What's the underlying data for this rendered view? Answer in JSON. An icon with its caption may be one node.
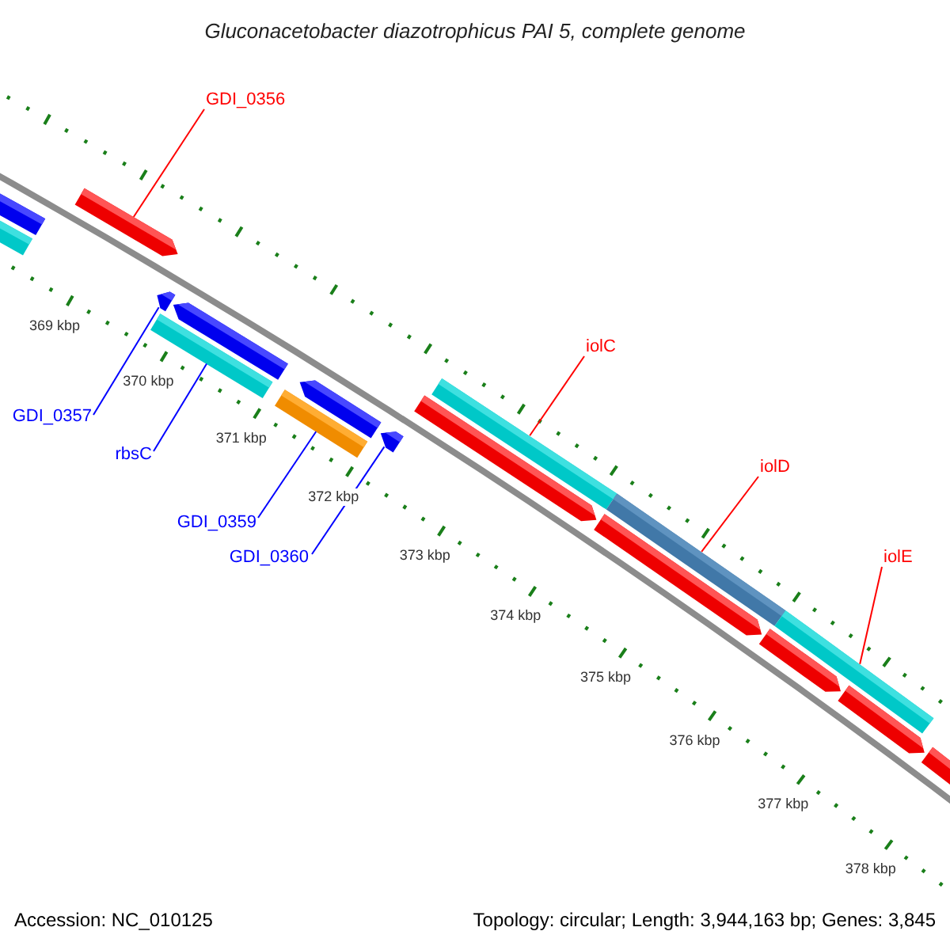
{
  "diagram": {
    "title": "Gluconacetobacter diazotrophicus PAI 5, complete genome",
    "nodes": [
      {
        "text": [
          "GDI_0356"
        ]
      },
      {
        "text": [
          "iolC"
        ]
      },
      {
        "text": [
          "iolD"
        ]
      },
      {
        "text": [
          "iolE"
        ]
      },
      {
        "text": [
          "GDI_0357"
        ]
      },
      {
        "text": [
          "rbsC"
        ]
      },
      {
        "text": [
          "GDI_0359"
        ]
      },
      {
        "text": [
          "GDI_0360"
        ]
      },
      {
        "text": [],
        "shape": "arrow"
      },
      {
        "text": [],
        "shape": "bar"
      },
      {
        "text": [],
        "shape": "arrow"
      },
      {
        "text": [],
        "shape": "arrow"
      },
      {
        "text": [],
        "shape": "arrow"
      },
      {
        "text": [],
        "shape": "bar"
      },
      {
        "text": [],
        "shape": "arrow"
      },
      {
        "text": [],
        "shape": "bar"
      },
      {
        "text": [],
        "shape": "arrow"
      },
      {
        "text": [],
        "shape": "bar"
      },
      {
        "text": [],
        "shape": "bar"
      },
      {
        "text": [],
        "shape": "bar"
      },
      {
        "text": [],
        "shape": "arrow"
      },
      {
        "text": [],
        "shape": "arrow"
      },
      {
        "text": [],
        "shape": "arrow"
      },
      {
        "text": [],
        "shape": "arrow"
      },
      {
        "text": [],
        "shape": "arrow"
      }
    ],
    "edges": [
      {
        "from": 0,
        "to": 10,
        "arrow": "none"
      },
      {
        "from": 1,
        "to": 17,
        "arrow": "none"
      },
      {
        "from": 2,
        "to": 18,
        "arrow": "none"
      },
      {
        "from": 3,
        "to": 19,
        "arrow": "none"
      },
      {
        "from": 4,
        "to": 11,
        "arrow": "none",
        "color": "#0000ff"
      },
      {
        "from": 5,
        "to": 13,
        "arrow": "none",
        "color": "#0000ff"
      },
      {
        "from": 6,
        "to": 15,
        "arrow": "none",
        "color": "#0000ff"
      },
      {
        "from": 7,
        "to": 16,
        "arrow": "none",
        "color": "#0000ff"
      }
    ],
    "labels": [
      "369 kbp",
      "370 kbp",
      "371 kbp",
      "372 kbp",
      "373 kbp",
      "374 kbp",
      "375 kbp",
      "376 kbp",
      "377 kbp",
      "378 kbp",
      "Accession: NC_010125",
      "Topology: circular; Length: 3,944,163 bp; Genes: 3,845"
    ]
  }
}
